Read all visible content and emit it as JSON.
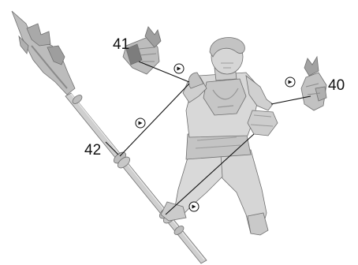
{
  "callouts": [
    {
      "id": "40",
      "label": "40"
    },
    {
      "id": "41",
      "label": "41"
    },
    {
      "id": "42",
      "label": "42"
    }
  ],
  "icons": {
    "glue_marker": "glue-drop-icon"
  },
  "colors": {
    "part_fill": "#d9d9d9",
    "part_shade": "#b8b8b8",
    "part_dark": "#8f8f8f",
    "line": "#111111",
    "background": "#ffffff"
  }
}
